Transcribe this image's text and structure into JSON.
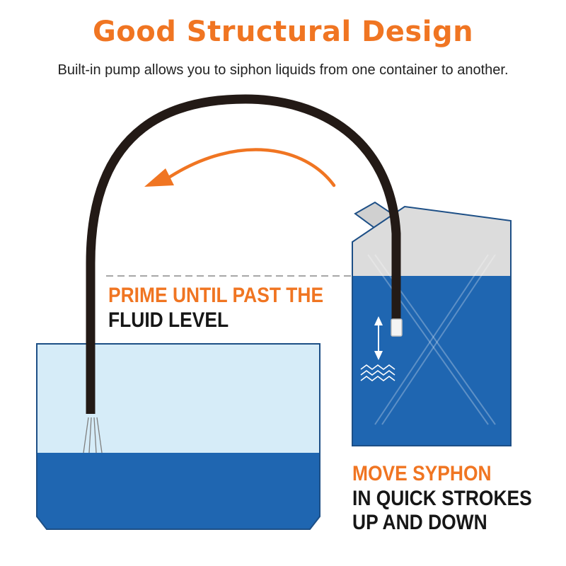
{
  "header": {
    "title": "Good Structural Design",
    "subtitle": "Built-in pump allows you to siphon liquids from one container to another."
  },
  "labels": {
    "prime_line1": "PRIME UNTIL PAST THE",
    "prime_line2": "FLUID LEVEL",
    "move_line1": "MOVE SYPHON",
    "move_line2": "IN QUICK STROKES",
    "move_line3": "UP AND DOWN"
  },
  "colors": {
    "accent": "#f07522",
    "water_deep": "#1f66b1",
    "water_light": "#d6ecf8",
    "container_air": "#dcdcdc",
    "hose": "#231a16",
    "text_dark": "#161616"
  },
  "icons": {
    "flow_arrow": "curved-arrow-left-icon",
    "stroke_arrow": "up-down-arrow-icon",
    "waves": "wave-lines-icon"
  }
}
